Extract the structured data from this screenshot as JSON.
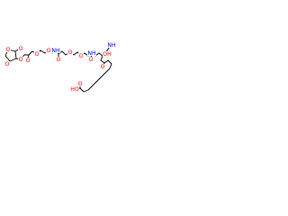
{
  "structure": {
    "atoms": {
      "o1": {
        "text": "O",
        "color": "#ff0000"
      },
      "o2": {
        "text": "O",
        "color": "#ff0000"
      },
      "o3": {
        "text": "O",
        "color": "#ff0000"
      },
      "o4": {
        "text": "O",
        "color": "#ff0000"
      },
      "o5": {
        "text": "O",
        "color": "#ff0000"
      },
      "o6": {
        "text": "O",
        "color": "#ff0000"
      },
      "nh1": {
        "text": "NH",
        "color": "#0000ff"
      },
      "o7": {
        "text": "O",
        "color": "#ff0000"
      },
      "o8": {
        "text": "O",
        "color": "#ff0000"
      },
      "o9": {
        "text": "O",
        "color": "#ff0000"
      },
      "o10": {
        "text": "O",
        "color": "#ff0000"
      },
      "nh2": {
        "text": "NH",
        "color": "#0000ff"
      },
      "nh3": {
        "text": "NH",
        "color": "#0000ff"
      },
      "oh1": {
        "text": "OH",
        "color": "#ff0000"
      },
      "o11": {
        "text": "O",
        "color": "#ff0000"
      },
      "o12": {
        "text": "O",
        "color": "#ff0000"
      },
      "oh2": {
        "text": "HO",
        "color": "#ff0000"
      },
      "o13": {
        "text": "O",
        "color": "#ff0000"
      }
    }
  }
}
